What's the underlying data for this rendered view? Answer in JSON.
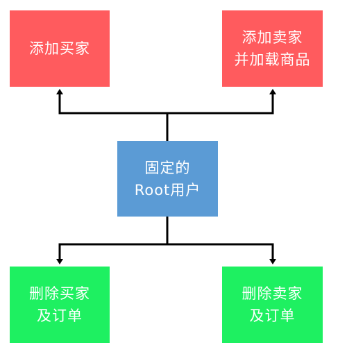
{
  "diagram": {
    "nodes": {
      "add_buyer": {
        "lines": [
          "添加买家"
        ],
        "color": "#ff5b5e"
      },
      "add_seller": {
        "lines": [
          "添加卖家",
          "并加载商品"
        ],
        "color": "#ff5b5e"
      },
      "root": {
        "lines": [
          "固定的",
          "Root用户"
        ],
        "color": "#5b9bd5"
      },
      "delete_buyer": {
        "lines": [
          "删除买家",
          "及订单"
        ],
        "color": "#1ef061"
      },
      "delete_seller": {
        "lines": [
          "删除卖家",
          "及订单"
        ],
        "color": "#1ef061"
      }
    },
    "edges": [
      {
        "from": "root",
        "to": "add_buyer"
      },
      {
        "from": "root",
        "to": "add_seller"
      },
      {
        "from": "root",
        "to": "delete_buyer"
      },
      {
        "from": "root",
        "to": "delete_seller"
      }
    ],
    "connector_color": "#000000"
  }
}
